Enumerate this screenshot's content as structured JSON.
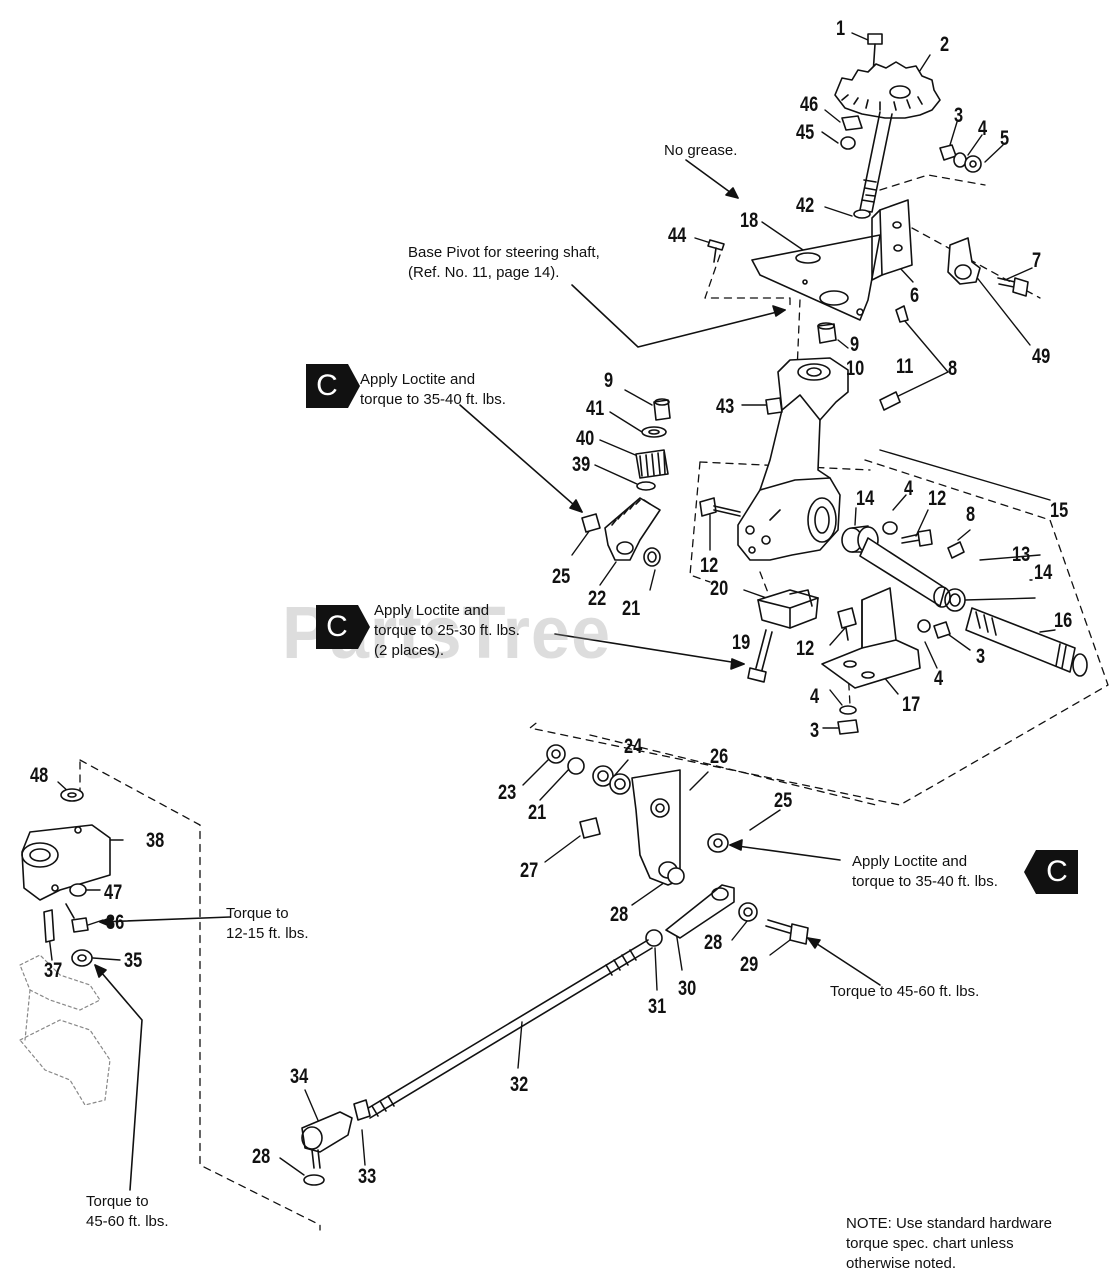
{
  "diagram": {
    "watermark": "PartsTree",
    "colors": {
      "ink": "#111111",
      "watermark": "#9a9a9a",
      "badge": "#111111"
    },
    "callout_badge": "C",
    "notes": {
      "no_grease": "No grease.",
      "base_pivot": [
        "Base Pivot for steering shaft,",
        "(Ref. No. 11, page 14)."
      ],
      "loctite_35_40_top": [
        "Apply Loctite and",
        "torque to 35-40 ft. lbs."
      ],
      "loctite_25_30": [
        "Apply Loctite and",
        "torque to 25-30 ft. lbs.",
        "(2 places)."
      ],
      "loctite_35_40_right": [
        "Apply Loctite and",
        "torque to 35-40 ft. lbs."
      ],
      "torque_12_15": [
        "Torque to",
        "12-15 ft. lbs."
      ],
      "torque_45_60_right": "Torque to 45-60 ft. lbs.",
      "torque_45_60_left": [
        "Torque to",
        "45-60 ft. lbs."
      ],
      "footnote": [
        "NOTE: Use standard hardware",
        "torque spec. chart unless",
        "otherwise noted."
      ]
    },
    "part_numbers": {
      "p1": "1",
      "p2": "2",
      "p3a": "3",
      "p4a": "4",
      "p5": "5",
      "p46": "46",
      "p45": "45",
      "p42": "42",
      "p18": "18",
      "p44": "44",
      "p7": "7",
      "p6": "6",
      "p49": "49",
      "p9a": "9",
      "p11": "11",
      "p10": "10",
      "p43": "43",
      "p8a": "8",
      "p9b": "9",
      "p41": "41",
      "p40": "40",
      "p39": "39",
      "p25a": "25",
      "p22": "22",
      "p21a": "21",
      "p12a": "12",
      "p14a": "14",
      "p4b": "4",
      "p12b": "12",
      "p8b": "8",
      "p15": "15",
      "p13": "13",
      "p14b": "14",
      "p20": "20",
      "p16": "16",
      "p19": "19",
      "p12c": "12",
      "p4c": "4",
      "p3b": "3",
      "p17": "17",
      "p4d": "4",
      "p3c": "3",
      "p24": "24",
      "p26": "26",
      "p23": "23",
      "p21b": "21",
      "p25b": "25",
      "p27": "27",
      "p28a": "28",
      "p28b": "28",
      "p29": "29",
      "p30": "30",
      "p31": "31",
      "p32": "32",
      "p48": "48",
      "p38": "38",
      "p47": "47",
      "p36": "36",
      "p37": "37",
      "p35": "35",
      "p34": "34",
      "p33": "33",
      "p28c": "28"
    }
  }
}
